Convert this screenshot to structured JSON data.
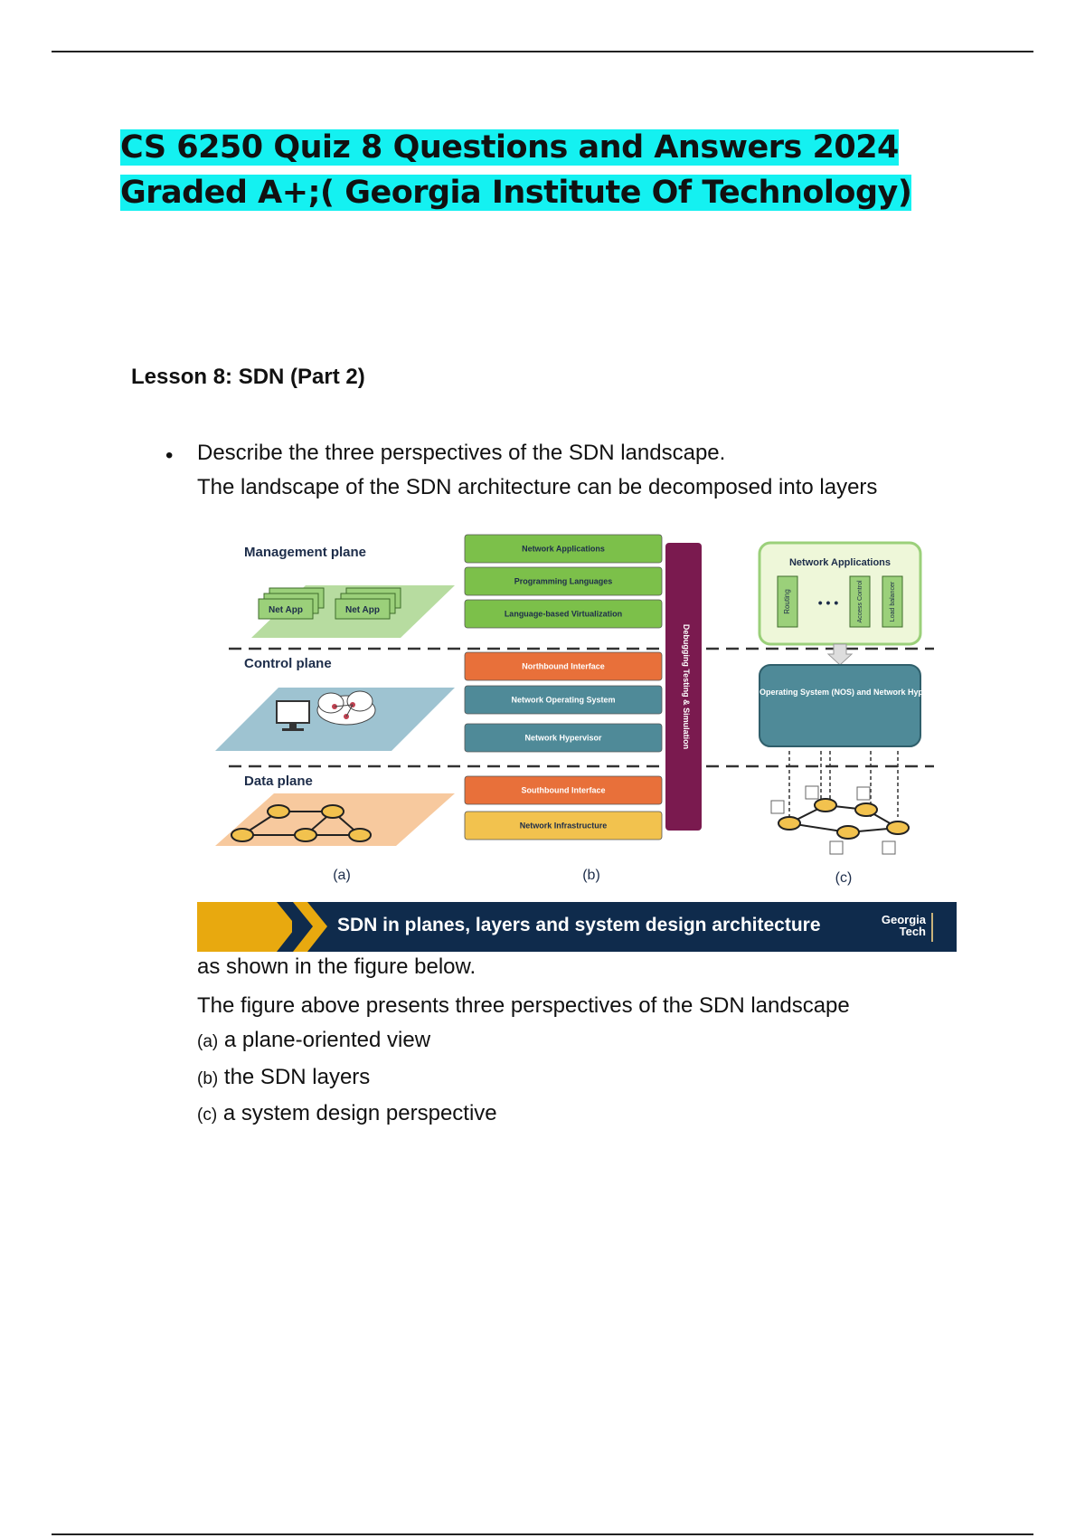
{
  "document": {
    "title": "CS 6250 Quiz 8 Questions and Answers 2024 Graded A+;( Georgia Institute Of Technology)",
    "lesson_heading": "Lesson 8: SDN (Part 2)",
    "bullet_symbol": "•",
    "question": "Describe the three perspectives of the SDN landscape.",
    "answer_line1": "The landscape of the SDN architecture can be decomposed into layers",
    "answer_line2": "as shown in the figure below.",
    "answer_line3": "The figure above presents three perspectives of the SDN landscape",
    "items": [
      {
        "marker": "(a)",
        "text": " a plane-oriented view"
      },
      {
        "marker": "(b)",
        "text": " the SDN layers"
      },
      {
        "marker": "(c)",
        "text": " a system design perspective"
      }
    ]
  },
  "figure": {
    "management_plane": "Management plane",
    "control_plane": "Control plane",
    "data_plane": "Data plane",
    "net_app": "Net App",
    "layers": [
      {
        "label": "Network Applications",
        "color": "#7cc04a"
      },
      {
        "label": "Programming Languages",
        "color": "#7cc04a"
      },
      {
        "label": "Language-based Virtualization",
        "color": "#7cc04a"
      },
      {
        "label": "Northbound Interface",
        "color": "#e8703a"
      },
      {
        "label": "Network Operating System",
        "color": "#4f8a98"
      },
      {
        "label": "Network Hypervisor",
        "color": "#4f8a98"
      },
      {
        "label": "Southbound Interface",
        "color": "#e8703a"
      },
      {
        "label": "Network Infrastructure",
        "color": "#f2c24e"
      }
    ],
    "debug_bar": "Debugging Testing & Simulation",
    "c_apps_title": "Network Applications",
    "c_routing": "Routing",
    "c_dots": "• • •",
    "c_access": "Access Control",
    "c_load": "Load balancer",
    "c_nos": "Network Operating System (NOS) and Network Hypervisors",
    "label_a": "(a)",
    "label_b": "(b)",
    "label_c": "(c)",
    "banner_text": "SDN in planes, layers and system design architecture",
    "logo_line1": "Georgia",
    "logo_line2": "Tech"
  }
}
